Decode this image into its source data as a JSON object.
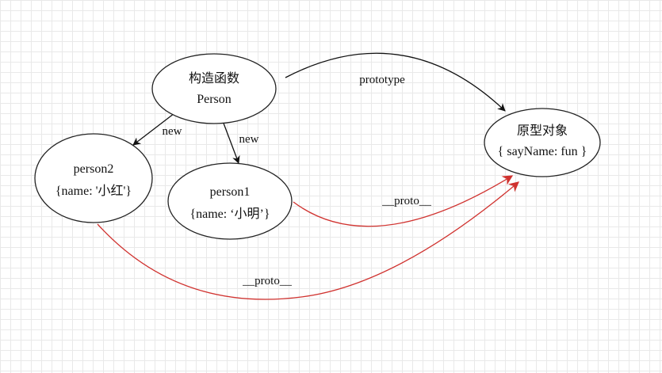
{
  "nodes": {
    "constructor": {
      "line1": "构造函数",
      "line2": "Person"
    },
    "prototype": {
      "line1": "原型对象",
      "line2": "{ sayName: fun }"
    },
    "person2": {
      "line1": "person2",
      "line2": "{name: '小红'}"
    },
    "person1": {
      "line1": "person1",
      "line2": "{name: ‘小明’}"
    }
  },
  "edges": {
    "prototype_label": "prototype",
    "new_left_label": "new",
    "new_right_label": "new",
    "proto_person1_label": "__proto__",
    "proto_person2_label": "__proto__"
  },
  "colors": {
    "black_edge": "#111111",
    "red_edge": "#d0322f",
    "node_fill": "#ffffff",
    "node_stroke": "#222222"
  }
}
